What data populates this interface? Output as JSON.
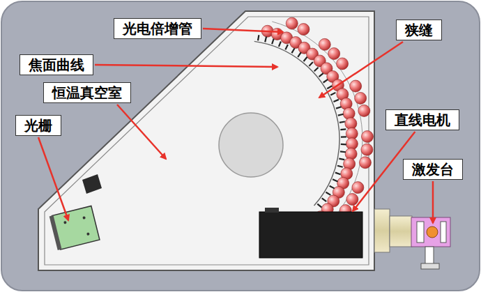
{
  "diagram": {
    "nodes": [
      {
        "text": [
          "光电倍增管"
        ]
      },
      {
        "text": [
          "狭缝"
        ]
      },
      {
        "text": [
          "焦面曲线"
        ]
      },
      {
        "text": [
          "恒温真空室"
        ]
      },
      {
        "text": [
          "光栅"
        ]
      },
      {
        "text": [
          "直线电机"
        ]
      },
      {
        "text": [
          "激发台"
        ]
      }
    ]
  }
}
